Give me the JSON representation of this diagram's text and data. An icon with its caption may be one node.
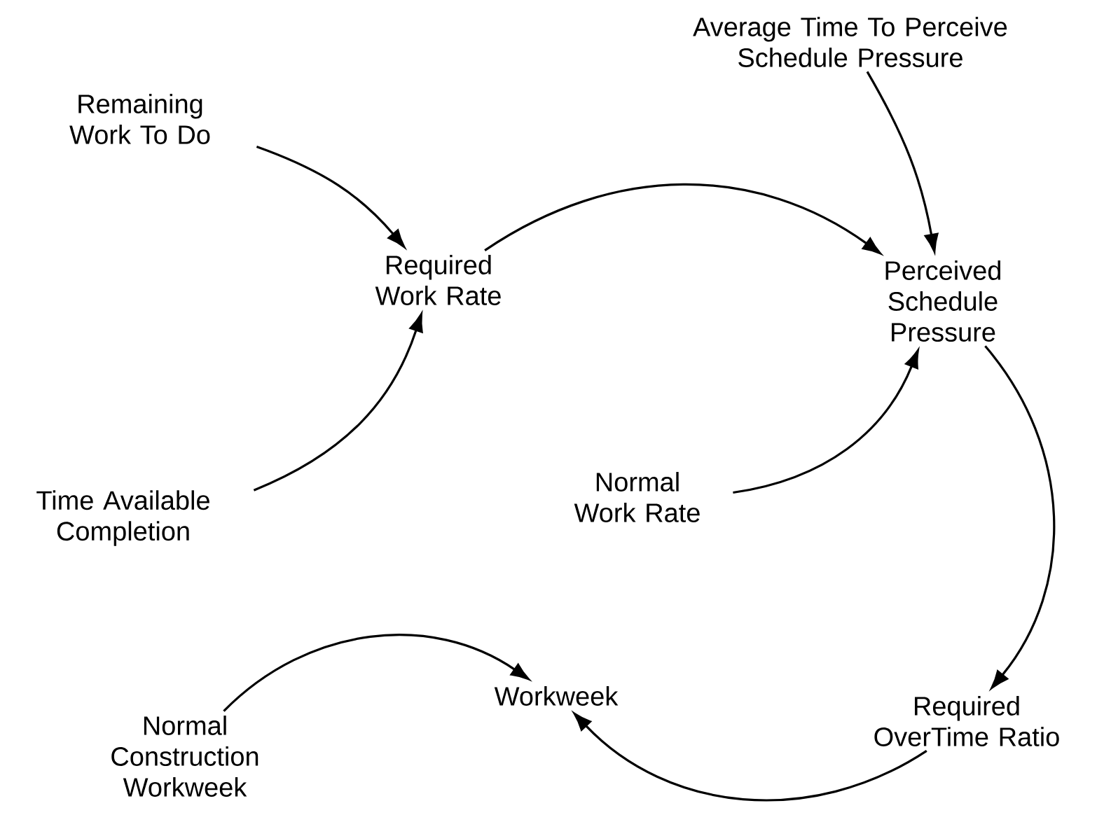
{
  "diagram": {
    "nodes": [
      {
        "text": [
          "Remaining Work To Do"
        ]
      },
      {
        "text": [
          "Average Time To Perceive Schedule Pressure"
        ]
      },
      {
        "text": [
          "Required Work Rate"
        ]
      },
      {
        "text": [
          "Perceived Schedule Pressure"
        ]
      },
      {
        "text": [
          "Time Available Completion"
        ]
      },
      {
        "text": [
          "Normal Work Rate"
        ]
      },
      {
        "text": [
          "Workweek"
        ]
      },
      {
        "text": [
          "Normal Construction Workweek"
        ]
      },
      {
        "text": [
          "Required OverTime Ratio"
        ]
      }
    ],
    "edges": [
      {
        "from": 0,
        "to": 2,
        "arrow": "to"
      },
      {
        "from": 4,
        "to": 2,
        "arrow": "to"
      },
      {
        "from": 2,
        "to": 3,
        "arrow": "to"
      },
      {
        "from": 1,
        "to": 3,
        "arrow": "to"
      },
      {
        "from": 5,
        "to": 3,
        "arrow": "to"
      },
      {
        "from": 3,
        "to": 8,
        "arrow": "to"
      },
      {
        "from": 8,
        "to": 6,
        "arrow": "to"
      },
      {
        "from": 7,
        "to": 6,
        "arrow": "to"
      }
    ]
  }
}
